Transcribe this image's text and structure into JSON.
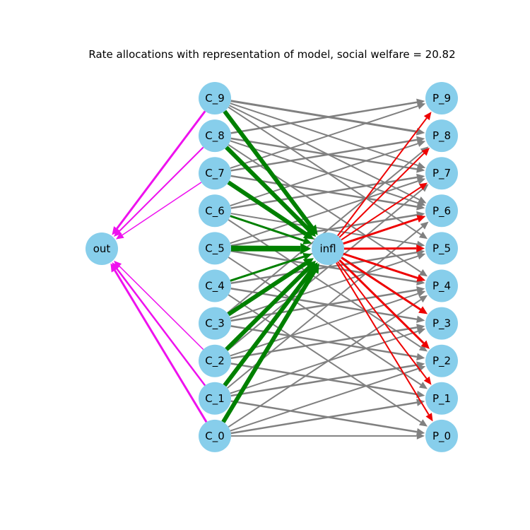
{
  "title": "Rate allocations with representation of model, social welfare = 20.82",
  "colors": {
    "node": "#87CEEB",
    "edge_gray": "#808080",
    "edge_green": "#008000",
    "edge_red": "#EE0000",
    "edge_magenta": "#EE11EE",
    "text": "#000000"
  },
  "nodes": [
    {
      "id": "out",
      "label": "out",
      "group": "out"
    },
    {
      "id": "infl",
      "label": "infl",
      "group": "infl"
    },
    {
      "id": "C_9",
      "label": "C_9",
      "group": "consumer",
      "index": 9
    },
    {
      "id": "C_8",
      "label": "C_8",
      "group": "consumer",
      "index": 8
    },
    {
      "id": "C_7",
      "label": "C_7",
      "group": "consumer",
      "index": 7
    },
    {
      "id": "C_6",
      "label": "C_6",
      "group": "consumer",
      "index": 6
    },
    {
      "id": "C_5",
      "label": "C_5",
      "group": "consumer",
      "index": 5
    },
    {
      "id": "C_4",
      "label": "C_4",
      "group": "consumer",
      "index": 4
    },
    {
      "id": "C_3",
      "label": "C_3",
      "group": "consumer",
      "index": 3
    },
    {
      "id": "C_2",
      "label": "C_2",
      "group": "consumer",
      "index": 2
    },
    {
      "id": "C_1",
      "label": "C_1",
      "group": "consumer",
      "index": 1
    },
    {
      "id": "C_0",
      "label": "C_0",
      "group": "consumer",
      "index": 0
    },
    {
      "id": "P_9",
      "label": "P_9",
      "group": "producer",
      "index": 9
    },
    {
      "id": "P_8",
      "label": "P_8",
      "group": "producer",
      "index": 8
    },
    {
      "id": "P_7",
      "label": "P_7",
      "group": "producer",
      "index": 7
    },
    {
      "id": "P_6",
      "label": "P_6",
      "group": "producer",
      "index": 6
    },
    {
      "id": "P_5",
      "label": "P_5",
      "group": "producer",
      "index": 5
    },
    {
      "id": "P_4",
      "label": "P_4",
      "group": "producer",
      "index": 4
    },
    {
      "id": "P_3",
      "label": "P_3",
      "group": "producer",
      "index": 3
    },
    {
      "id": "P_2",
      "label": "P_2",
      "group": "producer",
      "index": 2
    },
    {
      "id": "P_1",
      "label": "P_1",
      "group": "producer",
      "index": 1
    },
    {
      "id": "P_0",
      "label": "P_0",
      "group": "producer",
      "index": 0
    }
  ],
  "edges": [
    {
      "from": "C_9",
      "to": "infl",
      "color": "green",
      "weight": 6
    },
    {
      "from": "C_8",
      "to": "infl",
      "color": "green",
      "weight": 6
    },
    {
      "from": "C_7",
      "to": "infl",
      "color": "green",
      "weight": 6
    },
    {
      "from": "C_6",
      "to": "infl",
      "color": "green",
      "weight": 3
    },
    {
      "from": "C_5",
      "to": "infl",
      "color": "green",
      "weight": 8
    },
    {
      "from": "C_4",
      "to": "infl",
      "color": "green",
      "weight": 3
    },
    {
      "from": "C_3",
      "to": "infl",
      "color": "green",
      "weight": 6
    },
    {
      "from": "C_2",
      "to": "infl",
      "color": "green",
      "weight": 6
    },
    {
      "from": "C_1",
      "to": "infl",
      "color": "green",
      "weight": 6
    },
    {
      "from": "C_0",
      "to": "infl",
      "color": "green",
      "weight": 6
    },
    {
      "from": "infl",
      "to": "P_9",
      "color": "red",
      "weight": 2
    },
    {
      "from": "infl",
      "to": "P_8",
      "color": "red",
      "weight": 2
    },
    {
      "from": "infl",
      "to": "P_7",
      "color": "red",
      "weight": 2
    },
    {
      "from": "infl",
      "to": "P_6",
      "color": "red",
      "weight": 3
    },
    {
      "from": "infl",
      "to": "P_5",
      "color": "red",
      "weight": 3
    },
    {
      "from": "infl",
      "to": "P_4",
      "color": "red",
      "weight": 3
    },
    {
      "from": "infl",
      "to": "P_3",
      "color": "red",
      "weight": 3
    },
    {
      "from": "infl",
      "to": "P_2",
      "color": "red",
      "weight": 3
    },
    {
      "from": "infl",
      "to": "P_1",
      "color": "red",
      "weight": 2
    },
    {
      "from": "infl",
      "to": "P_0",
      "color": "red",
      "weight": 2
    },
    {
      "from": "C_9",
      "to": "out",
      "color": "magenta",
      "weight": 3
    },
    {
      "from": "C_8",
      "to": "out",
      "color": "magenta",
      "weight": 2
    },
    {
      "from": "C_7",
      "to": "out",
      "color": "magenta",
      "weight": 1.5
    },
    {
      "from": "C_2",
      "to": "out",
      "color": "magenta",
      "weight": 1.5
    },
    {
      "from": "C_1",
      "to": "out",
      "color": "magenta",
      "weight": 2.5
    },
    {
      "from": "C_0",
      "to": "out",
      "color": "magenta",
      "weight": 3
    },
    {
      "from": "C_9",
      "to": "P_8",
      "color": "gray",
      "weight": 3
    },
    {
      "from": "C_9",
      "to": "P_7",
      "color": "gray",
      "weight": 2
    },
    {
      "from": "C_9",
      "to": "P_6",
      "color": "gray",
      "weight": 2
    },
    {
      "from": "C_9",
      "to": "P_5",
      "color": "gray",
      "weight": 2
    },
    {
      "from": "C_8",
      "to": "P_9",
      "color": "gray",
      "weight": 2.5
    },
    {
      "from": "C_8",
      "to": "P_7",
      "color": "gray",
      "weight": 2.5
    },
    {
      "from": "C_8",
      "to": "P_6",
      "color": "gray",
      "weight": 2
    },
    {
      "from": "C_8",
      "to": "P_4",
      "color": "gray",
      "weight": 2
    },
    {
      "from": "C_7",
      "to": "P_9",
      "color": "gray",
      "weight": 2
    },
    {
      "from": "C_7",
      "to": "P_8",
      "color": "gray",
      "weight": 2.5
    },
    {
      "from": "C_7",
      "to": "P_6",
      "color": "gray",
      "weight": 2.5
    },
    {
      "from": "C_7",
      "to": "P_3",
      "color": "gray",
      "weight": 2
    },
    {
      "from": "C_6",
      "to": "P_8",
      "color": "gray",
      "weight": 2
    },
    {
      "from": "C_6",
      "to": "P_7",
      "color": "gray",
      "weight": 2.5
    },
    {
      "from": "C_6",
      "to": "P_5",
      "color": "gray",
      "weight": 2
    },
    {
      "from": "C_6",
      "to": "P_2",
      "color": "gray",
      "weight": 2
    },
    {
      "from": "C_5",
      "to": "P_7",
      "color": "gray",
      "weight": 2
    },
    {
      "from": "C_5",
      "to": "P_6",
      "color": "gray",
      "weight": 2.5
    },
    {
      "from": "C_5",
      "to": "P_4",
      "color": "gray",
      "weight": 2.5
    },
    {
      "from": "C_5",
      "to": "P_1",
      "color": "gray",
      "weight": 2
    },
    {
      "from": "C_4",
      "to": "P_6",
      "color": "gray",
      "weight": 2
    },
    {
      "from": "C_4",
      "to": "P_5",
      "color": "gray",
      "weight": 2.5
    },
    {
      "from": "C_4",
      "to": "P_3",
      "color": "gray",
      "weight": 2.5
    },
    {
      "from": "C_4",
      "to": "P_0",
      "color": "gray",
      "weight": 2
    },
    {
      "from": "C_3",
      "to": "P_5",
      "color": "gray",
      "weight": 2
    },
    {
      "from": "C_3",
      "to": "P_4",
      "color": "gray",
      "weight": 2.5
    },
    {
      "from": "C_3",
      "to": "P_2",
      "color": "gray",
      "weight": 2.5
    },
    {
      "from": "C_3",
      "to": "P_8",
      "color": "gray",
      "weight": 2
    },
    {
      "from": "C_2",
      "to": "P_4",
      "color": "gray",
      "weight": 2
    },
    {
      "from": "C_2",
      "to": "P_3",
      "color": "gray",
      "weight": 2.5
    },
    {
      "from": "C_2",
      "to": "P_1",
      "color": "gray",
      "weight": 2.5
    },
    {
      "from": "C_2",
      "to": "P_7",
      "color": "gray",
      "weight": 2
    },
    {
      "from": "C_1",
      "to": "P_3",
      "color": "gray",
      "weight": 2
    },
    {
      "from": "C_1",
      "to": "P_2",
      "color": "gray",
      "weight": 2.5
    },
    {
      "from": "C_1",
      "to": "P_0",
      "color": "gray",
      "weight": 2.5
    },
    {
      "from": "C_1",
      "to": "P_6",
      "color": "gray",
      "weight": 2
    },
    {
      "from": "C_0",
      "to": "P_2",
      "color": "gray",
      "weight": 2
    },
    {
      "from": "C_0",
      "to": "P_1",
      "color": "gray",
      "weight": 2.5
    },
    {
      "from": "C_0",
      "to": "P_0",
      "color": "gray",
      "weight": 2
    },
    {
      "from": "C_0",
      "to": "P_4",
      "color": "gray",
      "weight": 2
    }
  ]
}
